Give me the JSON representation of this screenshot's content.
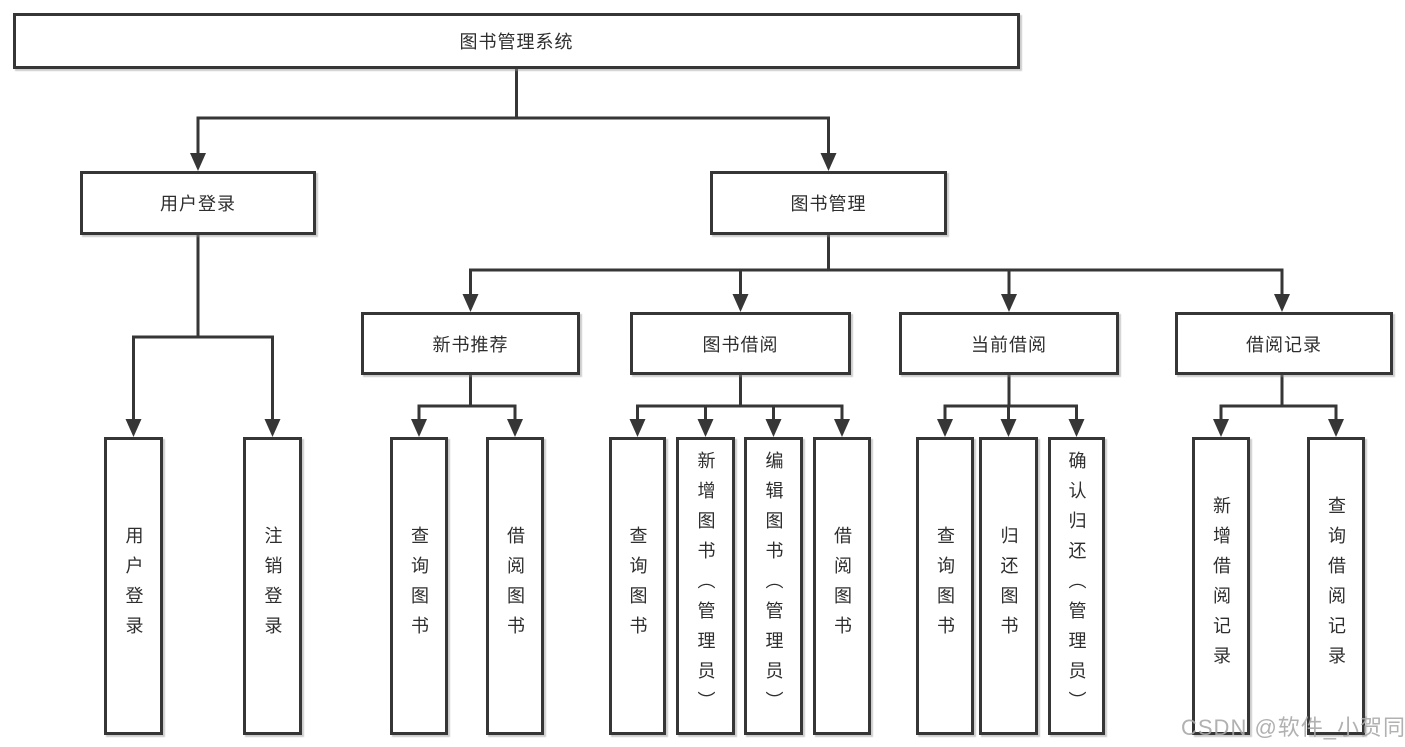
{
  "diagram": {
    "type": "hierarchy-tree",
    "root": {
      "label": "图书管理系统"
    },
    "level2": [
      {
        "label": "用户登录"
      },
      {
        "label": "图书管理"
      }
    ],
    "level3": [
      {
        "label": "新书推荐",
        "parent": "图书管理"
      },
      {
        "label": "图书借阅",
        "parent": "图书管理"
      },
      {
        "label": "当前借阅",
        "parent": "图书管理"
      },
      {
        "label": "借阅记录",
        "parent": "图书管理"
      }
    ],
    "leaves": [
      {
        "label": "用户登录",
        "parent": "用户登录"
      },
      {
        "label": "注销登录",
        "parent": "用户登录"
      },
      {
        "label": "查询图书",
        "parent": "新书推荐"
      },
      {
        "label": "借阅图书",
        "parent": "新书推荐"
      },
      {
        "label": "查询图书",
        "parent": "图书借阅"
      },
      {
        "label": "新增图书（管理员）",
        "parent": "图书借阅"
      },
      {
        "label": "编辑图书（管理员）",
        "parent": "图书借阅"
      },
      {
        "label": "借阅图书",
        "parent": "图书借阅"
      },
      {
        "label": "查询图书",
        "parent": "当前借阅"
      },
      {
        "label": "归还图书",
        "parent": "当前借阅"
      },
      {
        "label": "确认归还（管理员）",
        "parent": "当前借阅"
      },
      {
        "label": "新增借阅记录",
        "parent": "借阅记录"
      },
      {
        "label": "查询借阅记录",
        "parent": "借阅记录"
      }
    ]
  },
  "watermark": "CSDN @软件_小贺同学",
  "colors": {
    "line": "#363636",
    "box_border": "#363636",
    "text": "#2e2e2e",
    "watermark": "#a9a9a9",
    "background": "#ffffff"
  }
}
